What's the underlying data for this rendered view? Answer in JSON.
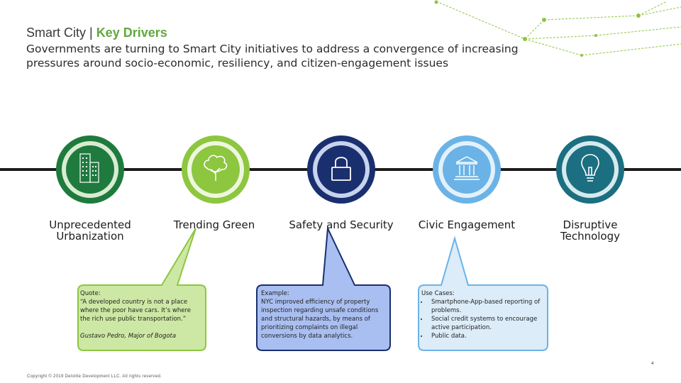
{
  "header": {
    "title_prefix": "Smart City | ",
    "title_accent": "Key Drivers",
    "subtitle": "Governments are turning to Smart City initiatives to address a convergence of increasing pressures around socio-economic, resiliency, and citizen-engagement issues"
  },
  "drivers": [
    {
      "label": "Unprecedented Urbanization",
      "icon": "buildings-icon",
      "color": "#1f7a3e"
    },
    {
      "label": "Trending Green",
      "icon": "tree-icon",
      "color": "#8dc63f"
    },
    {
      "label": "Safety and Security",
      "icon": "lock-icon",
      "color": "#1a2f6e"
    },
    {
      "label": "Civic Engagement",
      "icon": "government-building-icon",
      "color": "#6bb3e6"
    },
    {
      "label": "Disruptive Technology",
      "icon": "lightbulb-icon",
      "color": "#1b6f80"
    }
  ],
  "callouts": {
    "quote": {
      "heading": "Quote:",
      "text": "“A developed country is not a place where the poor have cars. It’s where the rich use public transportation.”",
      "attribution": "Gustavo Pedro, Major of Bogota"
    },
    "example": {
      "heading": "Example:",
      "text": "NYC improved efficiency of property inspection regarding unsafe conditions and structural hazards, by means of prioritizing complaints on illegal conversions by data analytics."
    },
    "use_cases": {
      "heading": "Use Cases:",
      "items": [
        "Smartphone-App-based reporting of problems.",
        "Social credit systems to encourage active participation.",
        "Public data."
      ]
    }
  },
  "footer": {
    "copyright": "Copyright © 2019 Deloitte Development LLC. All rights reserved.",
    "page": "4"
  }
}
